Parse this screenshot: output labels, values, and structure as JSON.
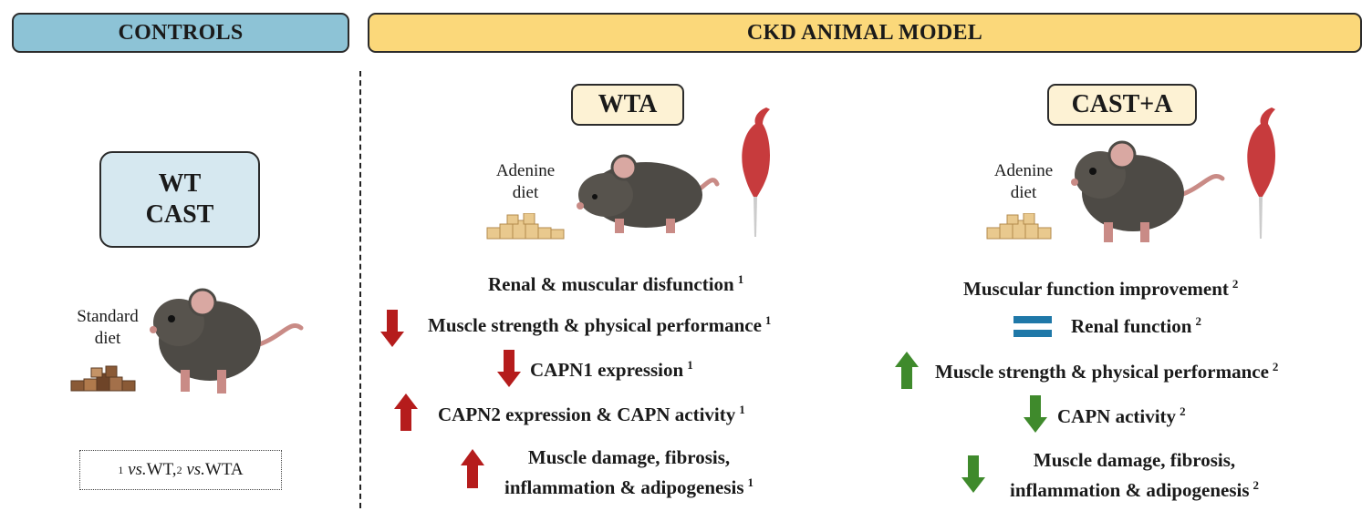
{
  "banners": {
    "controls": "CONTROLS",
    "ckd": "CKD ANIMAL MODEL"
  },
  "controls": {
    "group_line1": "WT",
    "group_line2": "CAST",
    "diet_line1": "Standard",
    "diet_line2": "diet"
  },
  "wta": {
    "label": "WTA",
    "diet_line1": "Adenine",
    "diet_line2": "diet",
    "findings": {
      "f1": "Renal & muscular disfunction",
      "f2": "Muscle strength & physical performance",
      "f3": "CAPN1 expression",
      "f4": "CAPN2 expression & CAPN activity",
      "f5_line1": "Muscle damage, fibrosis,",
      "f5_line2": "inflammation & adipogenesis"
    },
    "refs": {
      "r1": "1",
      "r2": "1",
      "r3": "1",
      "r4": "1",
      "r5": "1"
    },
    "arrows": {
      "f2": "down",
      "f3": "down",
      "f4": "up",
      "f5": "up"
    }
  },
  "casta": {
    "label": "CAST+A",
    "diet_line1": "Adenine",
    "diet_line2": "diet",
    "findings": {
      "f1": "Muscular function improvement",
      "f2": "Renal function",
      "f3": "Muscle strength & physical performance",
      "f4": "CAPN activity",
      "f5_line1": "Muscle damage, fibrosis,",
      "f5_line2": "inflammation & adipogenesis"
    },
    "refs": {
      "r1": "2",
      "r2": "2",
      "r3": "2",
      "r4": "2",
      "r5": "2"
    },
    "arrows": {
      "f2": "equal",
      "f3": "up",
      "f4": "down",
      "f5": "down"
    }
  },
  "footnote": {
    "sup1": "1",
    "vs1": "vs.",
    "text1": " WT, ",
    "sup2": "2",
    "vs2": "vs.",
    "text2": " WTA"
  },
  "colors": {
    "controls_banner": "#8dc3d6",
    "ckd_banner": "#fbd87a",
    "group_box": "#fdf2d4",
    "control_box": "#d6e8f0",
    "arrow_red": "#b51c1c",
    "arrow_green": "#3f8a2c",
    "equal_blue": "#1f78a8"
  },
  "icons": [
    "mouse-icon",
    "muscle-icon",
    "food-pellets-icon",
    "arrow-down-icon",
    "arrow-up-icon",
    "equal-icon"
  ]
}
